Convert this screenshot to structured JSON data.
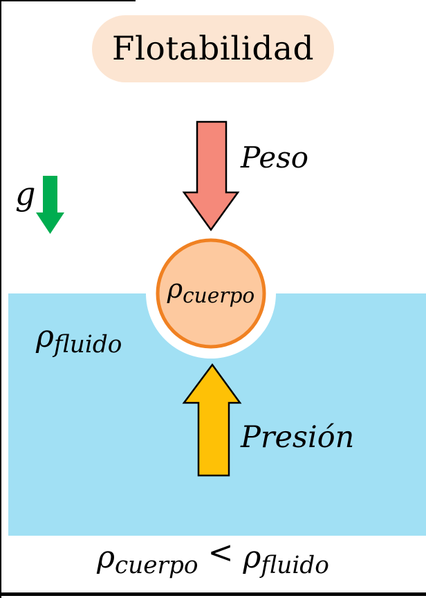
{
  "title": "Flotabilidad",
  "gravity": {
    "label": "g"
  },
  "weight": {
    "label": "Peso"
  },
  "pressure": {
    "label": "Presión"
  },
  "body": {
    "symbol": "ρ",
    "subscript": "cuerpo"
  },
  "fluid": {
    "symbol": "ρ",
    "subscript": "fluido"
  },
  "conclusion": {
    "left_symbol": "ρ",
    "left_subscript": "cuerpo",
    "operator": "<",
    "right_symbol": "ρ",
    "right_subscript": "fluido"
  },
  "colors": {
    "title_bg": "#FCE5D2",
    "weight_arrow": "#F5897A",
    "gravity_arrow": "#00AD50",
    "body_fill": "#FDC99F",
    "body_stroke": "#F08122",
    "fluid": "#A1E0F4",
    "surface_notch": "#FFFFFF",
    "pressure_arrow": "#FEC106",
    "outline": "#000000"
  }
}
